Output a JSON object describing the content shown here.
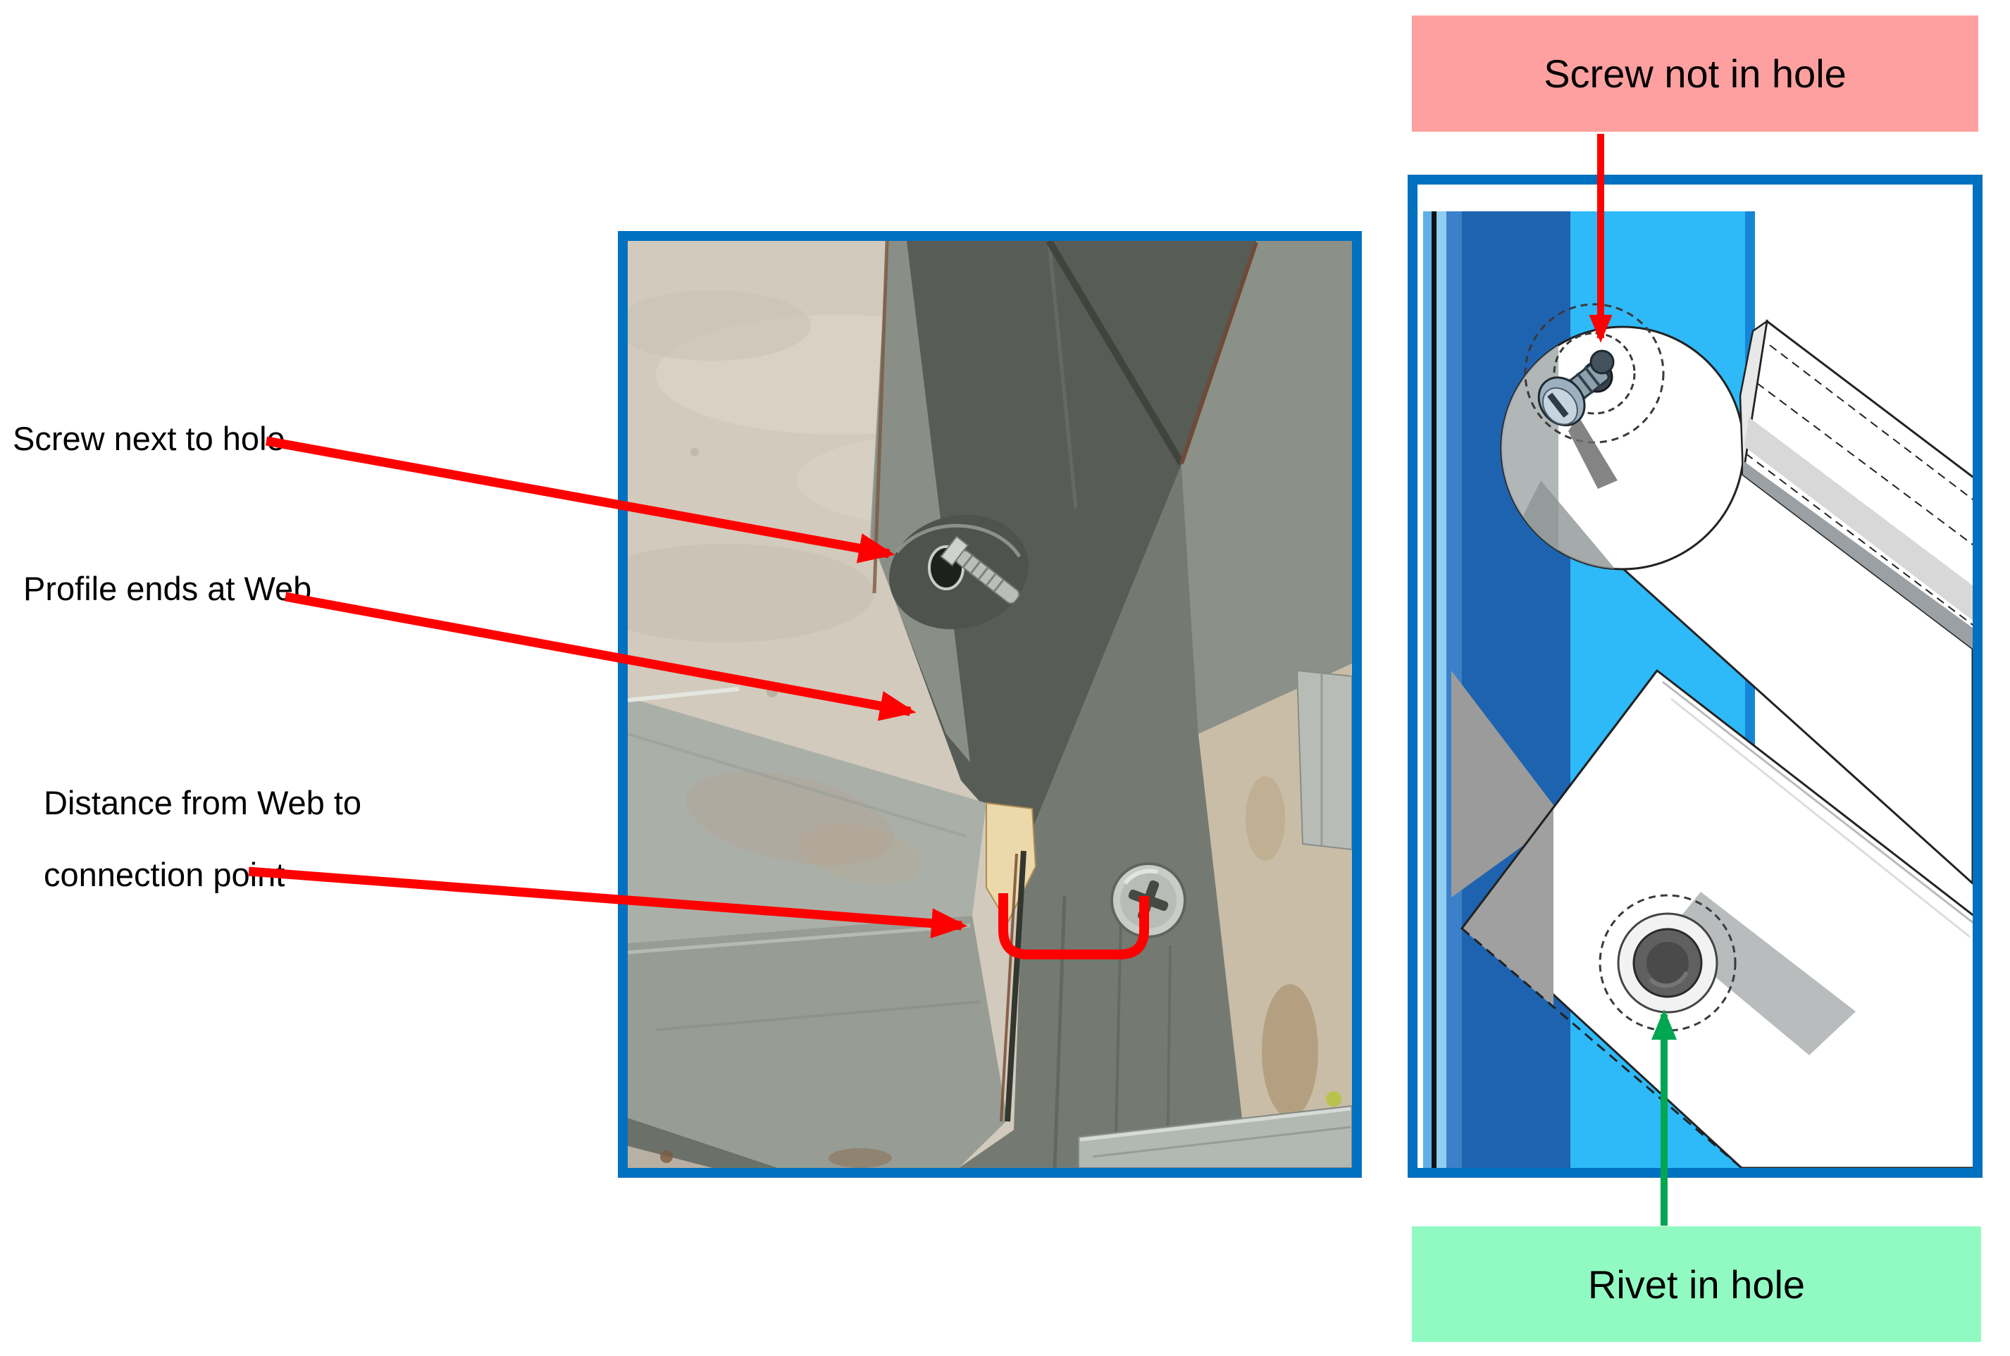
{
  "annotations": {
    "left": {
      "label1": "Screw next to hole",
      "label2": "Profile ends at Web",
      "label3_line1": "Distance from Web to",
      "label3_line2": "connection point"
    },
    "right": {
      "top": "Screw not in hole",
      "bottom": "Rivet in hole"
    }
  },
  "colors": {
    "frame_border": "#0070C0",
    "annotation_red": "#FF0000",
    "annotation_green": "#00A651",
    "top_label_bg": "#FFA0A0",
    "bottom_label_bg": "#91FAC3",
    "cad_dark_blue": "#1E63B0",
    "cad_cyan": "#2EB9F8",
    "text_color": "#000000"
  }
}
